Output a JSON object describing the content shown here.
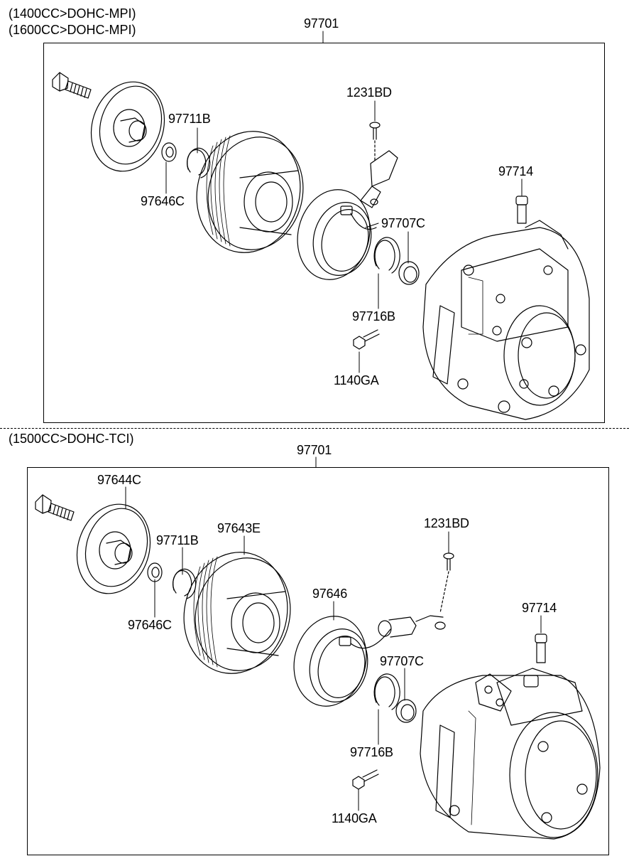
{
  "diagram_1": {
    "engine_lines": [
      "(1400CC>DOHC-MPI)",
      "(1600CC>DOHC-MPI)"
    ],
    "assembly_label": "97701",
    "parts": {
      "p97711b": "97711B",
      "p97646c": "97646C",
      "p1231bd": "1231BD",
      "p97714": "97714",
      "p97707c": "97707C",
      "p97716b": "97716B",
      "p1140ga": "1140GA"
    }
  },
  "diagram_2": {
    "engine_lines": [
      "(1500CC>DOHC-TCI)"
    ],
    "assembly_label": "97701",
    "parts": {
      "p97644c": "97644C",
      "p97711b": "97711B",
      "p97643e": "97643E",
      "p1231bd": "1231BD",
      "p97646": "97646",
      "p97714": "97714",
      "p97646c": "97646C",
      "p97707c": "97707C",
      "p97716b": "97716B",
      "p1140ga": "1140GA"
    }
  }
}
